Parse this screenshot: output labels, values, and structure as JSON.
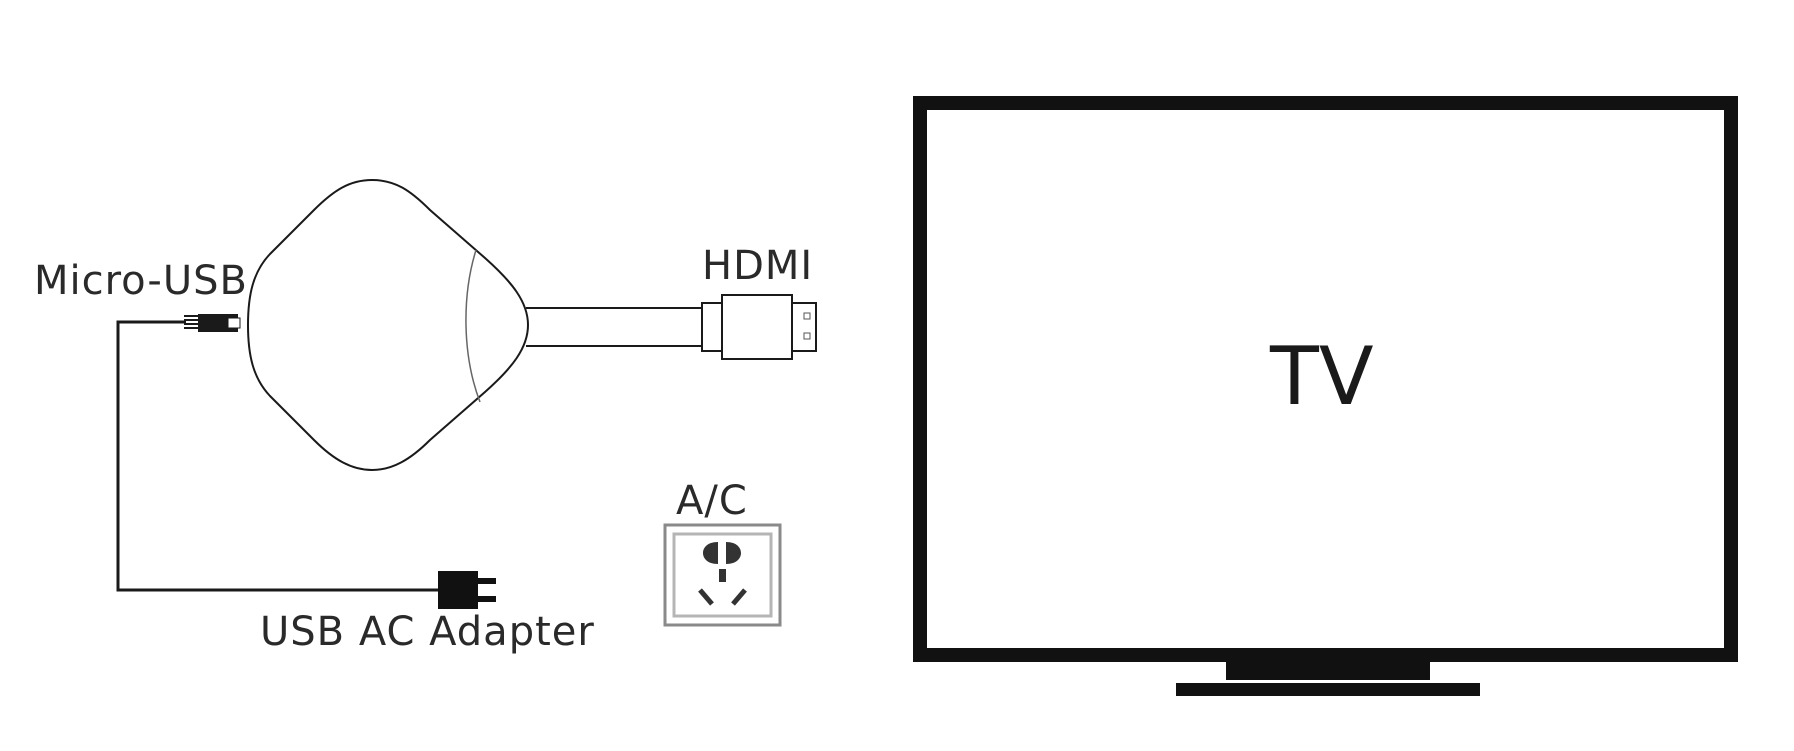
{
  "labels": {
    "micro_usb": "Micro-USB",
    "hdmi": "HDMI",
    "ac": "A/C",
    "usb_ac_adapter": "USB AC Adapter",
    "tv": "TV"
  }
}
